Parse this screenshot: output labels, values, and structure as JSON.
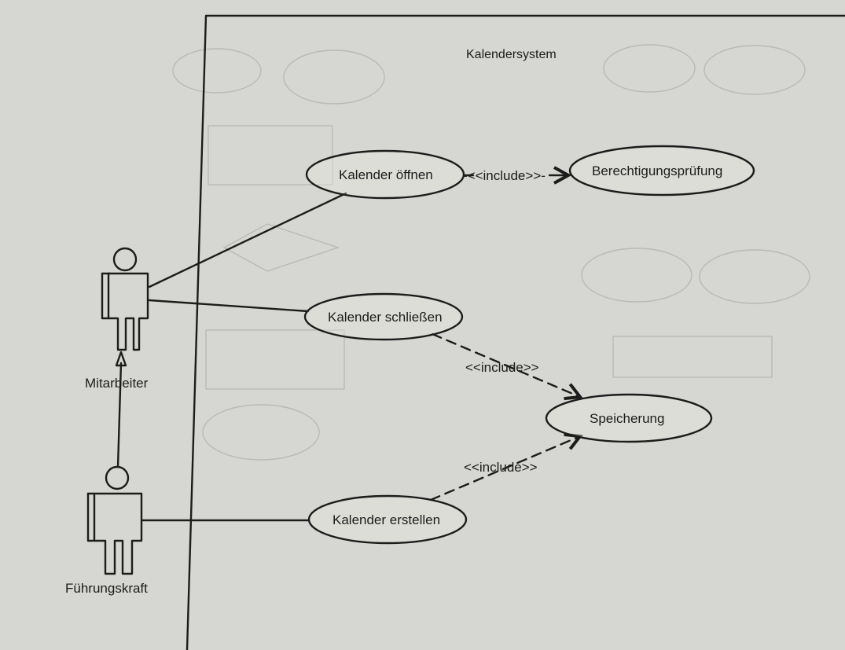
{
  "system": {
    "title": "Kalendersystem"
  },
  "actors": {
    "mitarbeiter": "Mitarbeiter",
    "fuehrungskraft": "Führungskraft"
  },
  "use_cases": {
    "kalender_oeffnen": "Kalender öffnen",
    "berechtigungspruefung": "Berechtigungsprüfung",
    "kalender_schliessen": "Kalender schließen",
    "speicherung": "Speicherung",
    "kalender_erstellen": "Kalender erstellen"
  },
  "relations": {
    "include_oeffnen_berechtigung": "-<<include>>-",
    "include_schliessen_speicherung": "<<include>>",
    "include_erstellen_speicherung": "<<include>>"
  }
}
